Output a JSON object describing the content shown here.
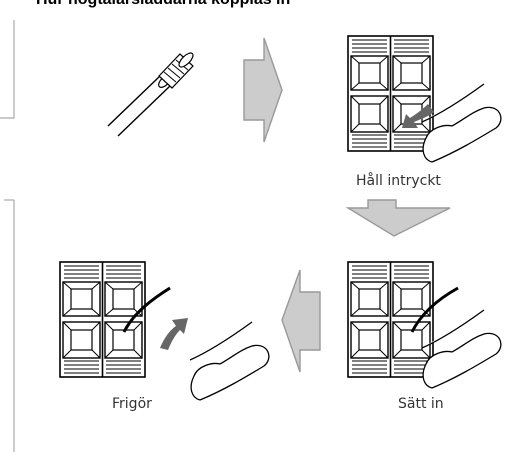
{
  "heading": "Hur högtalarsladdarna kopplas in",
  "steps": {
    "hold": "Håll intryckt",
    "release": "Frigör",
    "insert": "Sätt in"
  },
  "colors": {
    "arrow_fill": "#cccccc",
    "arrow_stroke": "#999999",
    "line": "#000000",
    "side_bracket": "#aaaaaa",
    "motion_arrow": "#666666"
  }
}
